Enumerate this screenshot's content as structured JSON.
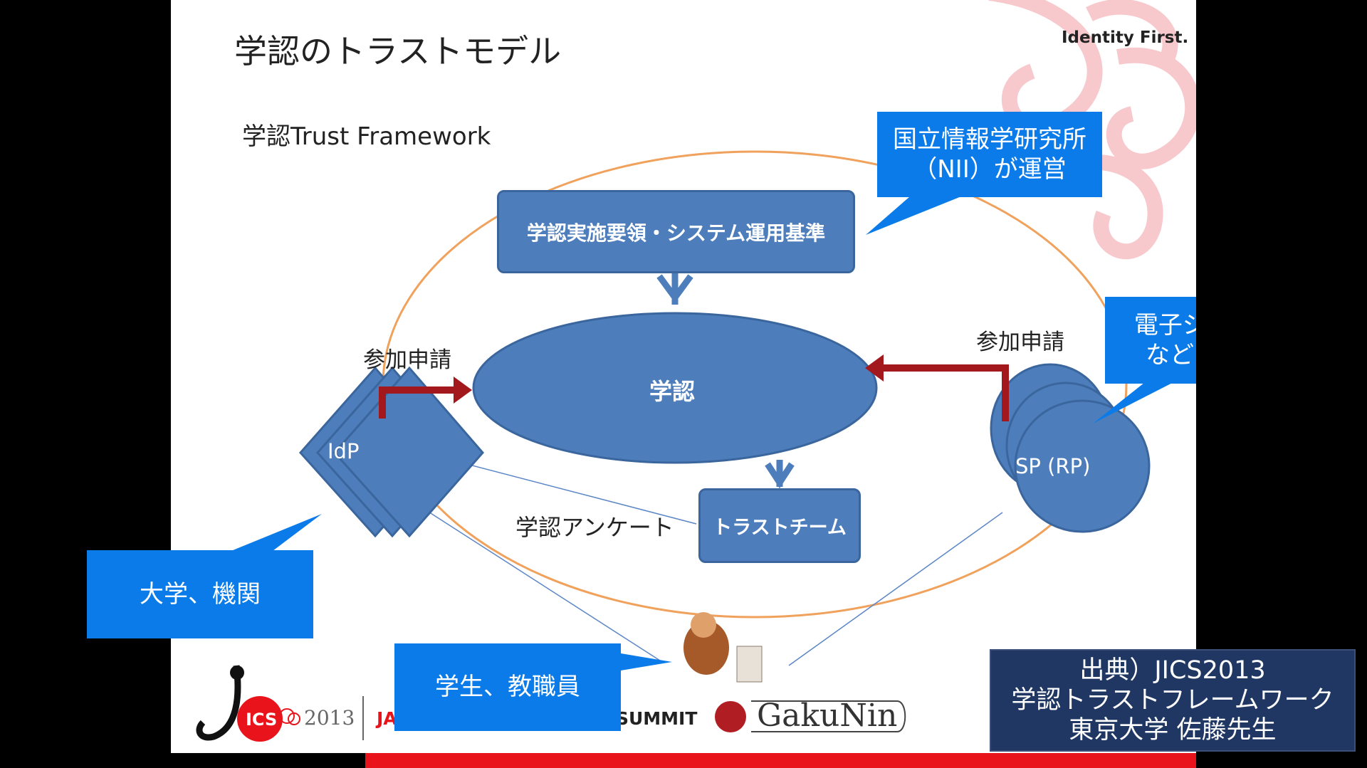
{
  "slide": {
    "title": "学認のトラストモデル",
    "brand": "Identity First.",
    "framework_label": "学認Trust Framework"
  },
  "diagram": {
    "guidelines_box": "学認実施要領・システム運用基準",
    "center": "学認",
    "idp": "IdP",
    "sp": "SP (RP)",
    "trust_team": "トラストチーム",
    "survey_label": "学認アンケート",
    "apply_left": "参加申請",
    "apply_right": "参加申請"
  },
  "callouts": {
    "nii_line1": "国立情報学研究所",
    "nii_line2": "（NII）が運営",
    "apps_line1": "電子ジャーナル",
    "apps_line2": "などのアプリ",
    "universities": "大学、機関",
    "students": "学生、教職員"
  },
  "footer": {
    "jics_badge": "ICS",
    "jics_year": "2013",
    "summit_text": "SUMMIT",
    "ja_text": "JA",
    "gakunin_logo": "GakuNin"
  },
  "source": {
    "line1": "出典）JICS2013",
    "line2": "学認トラストフレームワーク",
    "line3": "東京大学 佐藤先生"
  },
  "colors": {
    "shape_fill": "#4d7ebb",
    "shape_border": "#3a669d",
    "callout": "#0a7be9",
    "frame_ellipse": "#f0a15c",
    "arrow_red": "#a3181c",
    "source_bg": "#1f3762"
  }
}
